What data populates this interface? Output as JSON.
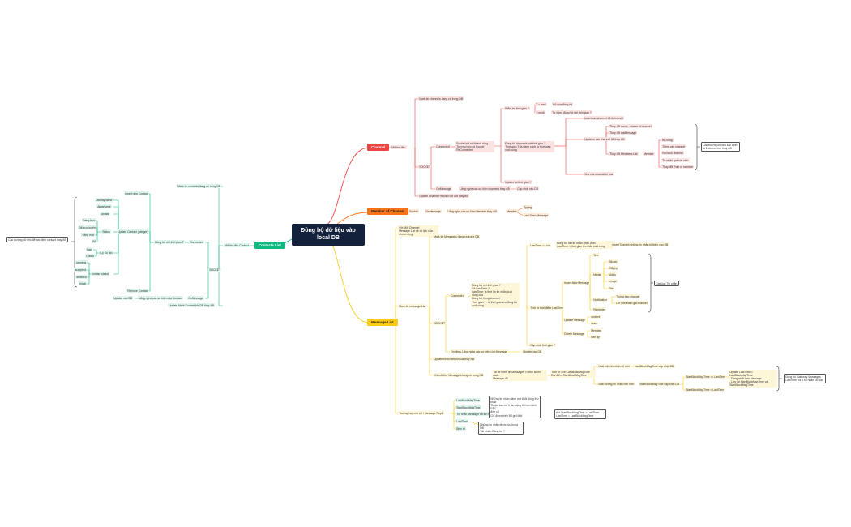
{
  "root": "Đồng bộ dữ liệu vào local DB",
  "channel": {
    "label": "Channel",
    "n1": "Mở lần đầu",
    "n2": "Mark tin channels đang có trong DB",
    "n3": "Connected",
    "n4": "SOCKET",
    "n5": "Socket kết nối thành công",
    "n6": "Trường hợp cả Socket ReConnected",
    "n7": "Kiểm tra thời gian ?",
    "n8": "T < mx6",
    "n9": "Bỏ qua đồng bộ",
    "n10": "T>mx6",
    "n11": "Tự động đồng bộ với thời gian ?",
    "n12": "Đồng bộ channels với thời gian ?",
    "n13": "Thời gian T: là danh sách từ thời gian cuối cùng",
    "n14": "Insert các channel đã thêm mới",
    "n15": "Updates các channel đã thay đổi",
    "n16": "Thay đổi name , avatar of channel",
    "n17": "Thay đổi lastMessage",
    "n18": "Thay đổi Members List",
    "n19": "Member",
    "n20": "Xóa các channel bị xóa",
    "n21": "Update lại thời gian ?",
    "n22": "OnMessage",
    "n23": "Lắng nghe các sự kiện channels thay đổi",
    "n24": "Cập nhật vào DB",
    "n25": "Update Channel Record với DB thay đổi",
    "m1": "Bổ sung",
    "m2": "Thêm vào channel",
    "m3": "Rời khỏi channel",
    "m4": "Tự nhận quản trị viên",
    "m5": "Thay đổi Role of member",
    "note": "Các trường dữ liệu xác định là 1 channel có thay đổi"
  },
  "member": {
    "label": "Member of Channel",
    "n1": "Socket",
    "n2": "OnMessage",
    "n3": "Lắng nghe các sự kiện Member thay đổi",
    "n4": "Member",
    "n5": "Typing",
    "n6": "Last Seen Message"
  },
  "message": {
    "label": "Message List",
    "n1": "Với Mỗi Channel",
    "n2": "Message List sẽ có lịch của 1 nhóm riêng",
    "n3": "Mark tin message List",
    "n4": "Mark tin Messages đang có trong DB",
    "n5": "SOCKET",
    "n6": "Connected",
    "n7": "Đồng bộ với thời gian ?",
    "n8": "Và LastTime ?",
    "n9": "LastTime: là thời lm tin nhắn cuối cùng của",
    "n10": "Đồng bộ trong channel",
    "n11": "Thời gian ? : là thời gian lưu đồng bộ",
    "n12": "cuối cùng",
    "n13": "LastTime == null",
    "n14": "Đồng bộ hết tin nhắn (mặc định",
    "n15": "LastTime = thời gian tin nhắn cuối cùng",
    "n16": "Insert Toàn bộ những tin nhắn bị thiếu vào DB",
    "n17": "Tính từ thời điểm LastTime",
    "n18": "Insert New Message",
    "n19": "Text",
    "n20": "Media",
    "n21": "Notification",
    "n22": "Reminder",
    "n23": "Sticker",
    "n24": "GifIphy",
    "n25": "Video",
    "n26": "Image",
    "n27": "File",
    "n28": "Thông báo channel",
    "n29": "Lời mời tham gia channel",
    "n30": "Update Message",
    "n31": "content",
    "n32": "react",
    "n33": "Delete Message",
    "n34": "Member",
    "n35": "Bên ấy",
    "n36": "Cập nhật thời gian T",
    "n37": "OnMessage",
    "n38": "Lắng nghe các sự kiện List Message",
    "n39": "Update vào DB",
    "n40": "Update nhận biết với DB thay đổi",
    "n41": "Khi mở tin / Message không có trong DB",
    "n42": "Tải về thêm tin Messages Trước/ Bước cách",
    "n43": "Message đã",
    "n44": "Tính từ vị trí LastBlockMsgTime",
    "n45": "Dùi điểm StartBlockMsgTime",
    "n46": "Xuất hiện tin nhắn cũ mới",
    "n47": "LastBlockMsgTime cập nhật DB",
    "n48": "xuất xương tin nhắn mới hơn",
    "n49": "StartBlockMsgTime cập nhật DB",
    "n50": "StartBlockMsgTime == LastTime",
    "n51": "StartBlockMsgTime < LastTime",
    "n52": "Update LastTime = LastBlockMsgTime",
    "n53": "- Đồng nhất hơn Message",
    "n54": "- Lưu lại StartBlockMsgTime và",
    "n55": "StartBlockMsgTime",
    "n56": "Trường hợp nội rời / Message Reply",
    "n57": "LastBlockMsgTime",
    "n58": "StartBlockMsgTime",
    "n59": "Tin nhắn Message đã tồn tại",
    "n60": "LastTime",
    "n61": "Biến rõ",
    "note1a": "Những tin nhắn đánh mở khỏi dòng thứ khác",
    "note1b": "Thuận bao hủ 1 lần nặng thì hơn biến ĐẶC",
    "note1c": "đơn cổ",
    "note1d": "Chỉ được biến Bổ gửi Một",
    "note2a": "Những tin nhắn được lưu trong DB",
    "note2b": "Tất nhiên Đồng bộ ?",
    "note3a": "Khi StartBlockMsgTime > LastTime",
    "note3b": "LastTime = LastBlockMsgTime",
    "note4": "Các loại Tin nhắn",
    "note5": "Đồng bộ Gateway Messages LastTime chỉ 1 tin nhắn cả loại"
  },
  "contacts": {
    "label": "Contacts List",
    "n1": "Mark tin contacts đang có trong DB",
    "n2": "Mở lần đầu Contact",
    "n3": "SOCKET",
    "n4": "Connected",
    "n5": "OnMessage",
    "n6": "Update Mark Contact khi DB thay đổi",
    "n7": "Đồng bộ với thời gian T",
    "n8": "Insert new Contact",
    "n9": "Update Contact (Merger)",
    "n10": "Remove Contact",
    "n11": "Lắng nghe các sự kiện của Contact",
    "n12": "Update vào DB",
    "n13": "DisplayName",
    "n14": "AliasName",
    "n15": "avatar",
    "n16": "Status",
    "n17": "Đang trực",
    "n18": "Đã trực tuyến",
    "n19": "Vắng mặt",
    "n20": "Bỏ",
    "n21": "Lý Do lần",
    "n22": "Ban",
    "n23": "Unban",
    "n24": "contact status",
    "n25": "pending",
    "n26": "accepted",
    "n27": "declined",
    "n28": "block",
    "note": "Các trường dữ liệu để xác định contact thay đổi"
  }
}
